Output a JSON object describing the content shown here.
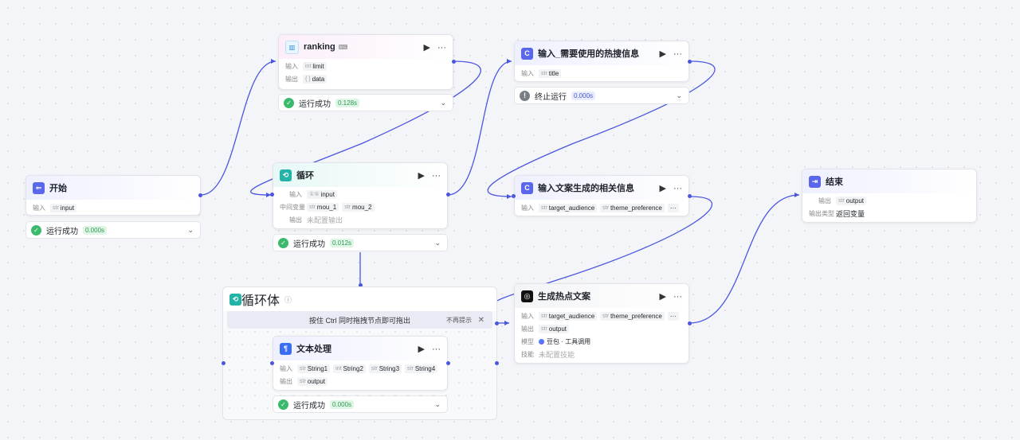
{
  "nodes": {
    "start": {
      "title": "开始",
      "input_label": "输入",
      "param": {
        "type": "str",
        "name": "input"
      }
    },
    "ranking": {
      "title": "ranking",
      "badge": "⌨",
      "input_label": "输入",
      "output_label": "输出",
      "param_in": {
        "type": "int",
        "name": "limit"
      },
      "param_out": {
        "type": "{ }",
        "name": "data"
      }
    },
    "loop": {
      "title": "循环",
      "input_label": "输入",
      "mid_label": "中间变量",
      "output_label": "输出",
      "param_in": {
        "type": "①⑤",
        "name": "input"
      },
      "mid1": {
        "type": "str",
        "name": "mou_1"
      },
      "mid2": {
        "type": "str",
        "name": "mou_2"
      },
      "output_value": "未配置输出"
    },
    "input_hot": {
      "title": "输入_需要使用的热搜信息",
      "input_label": "输入",
      "param": {
        "type": "str",
        "name": "title"
      }
    },
    "input_copy": {
      "title": "输入文案生成的相关信息",
      "input_label": "输入",
      "p1": {
        "type": "str",
        "name": "target_audience"
      },
      "p2": {
        "type": "str",
        "name": "theme_preference"
      },
      "more": "···"
    },
    "end": {
      "title": "结束",
      "output_label": "输出",
      "output_type_label": "输出类型",
      "param": {
        "type": "str",
        "name": "output"
      },
      "output_type_value": "返回变量"
    },
    "loop_body": {
      "title": "循环体",
      "info": "ⓘ",
      "hint": "按住 Ctrl 同时拖拽节点即可拖出",
      "dismiss": "不再提示",
      "close": "✕"
    },
    "text_proc": {
      "title": "文本处理",
      "input_label": "输入",
      "output_label": "输出",
      "p1": {
        "type": "str",
        "name": "String1"
      },
      "p2": {
        "type": "int",
        "name": "String2"
      },
      "p3": {
        "type": "str",
        "name": "String3"
      },
      "p4": {
        "type": "str",
        "name": "String4"
      },
      "out": {
        "type": "str",
        "name": "output"
      }
    },
    "gen": {
      "title": "生成热点文案",
      "input_label": "输入",
      "output_label": "输出",
      "model_label": "模型",
      "skill_label": "技能",
      "p1": {
        "type": "str",
        "name": "target_audience"
      },
      "p2": {
        "type": "str",
        "name": "theme_preference"
      },
      "more": "···",
      "out": {
        "type": "str",
        "name": "output"
      },
      "model_value": "豆包 · 工具调用",
      "skill_value": "未配置技能"
    }
  },
  "statuses": {
    "start": {
      "text": "运行成功",
      "time": "0.000s"
    },
    "ranking": {
      "text": "运行成功",
      "time": "0.128s"
    },
    "loop": {
      "text": "运行成功",
      "time": "0.012s"
    },
    "input_hot": {
      "text": "终止运行",
      "time": "0.000s"
    },
    "text_proc": {
      "text": "运行成功",
      "time": "0.000s"
    }
  },
  "controls": {
    "run": "▶",
    "more": "···",
    "caret": "⌄",
    "check": "✓",
    "stop": "!"
  },
  "colors": {
    "accent": "#4a55e0",
    "success": "#3bb96c",
    "start_icon": "#5b67ea",
    "loop_icon": "#23b3a7",
    "end_icon": "#5b67ea"
  },
  "icons": {
    "start": "start-flag-icon",
    "ranking": "plugin-icon",
    "loop": "loop-icon",
    "input": "input-c-icon",
    "end": "end-arrow-icon",
    "text": "text-process-icon",
    "llm": "llm-icon"
  }
}
